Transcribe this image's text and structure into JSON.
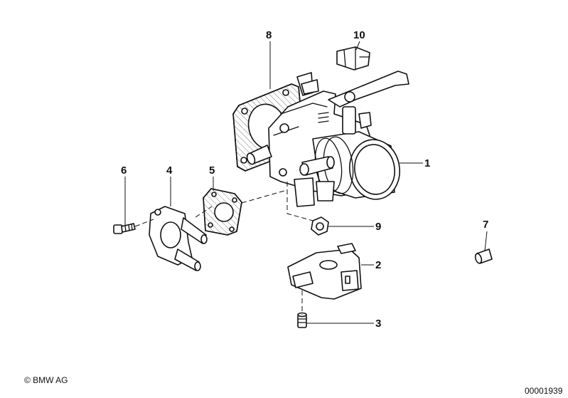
{
  "callouts": [
    {
      "id": "1",
      "label": "1"
    },
    {
      "id": "2",
      "label": "2"
    },
    {
      "id": "3",
      "label": "3"
    },
    {
      "id": "4",
      "label": "4"
    },
    {
      "id": "5",
      "label": "5"
    },
    {
      "id": "6",
      "label": "6"
    },
    {
      "id": "7",
      "label": "7"
    },
    {
      "id": "8",
      "label": "8"
    },
    {
      "id": "9",
      "label": "9"
    },
    {
      "id": "10",
      "label": "10"
    }
  ],
  "footer": {
    "copyright": "© BMW AG",
    "diagram_number": "00001939"
  }
}
